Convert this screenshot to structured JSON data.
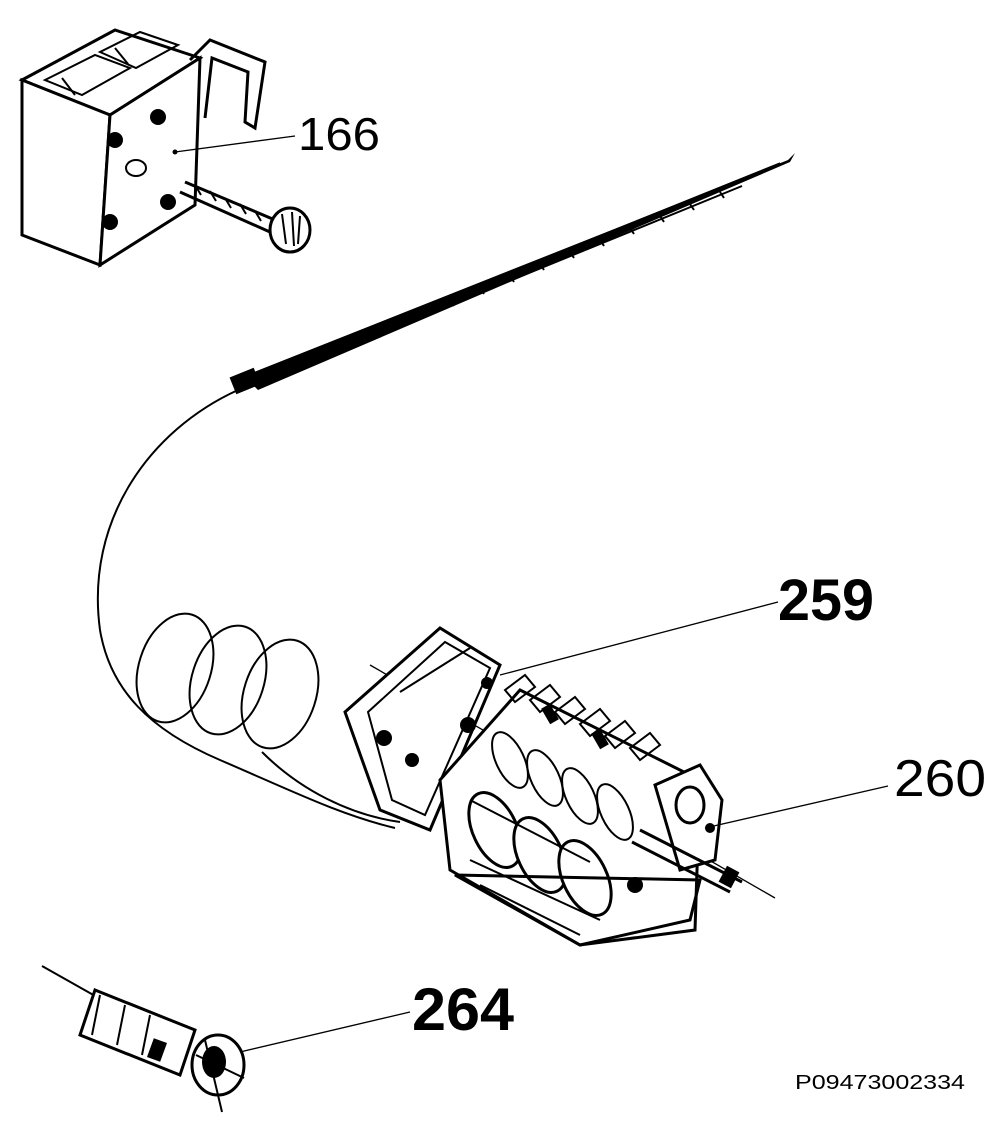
{
  "diagram": {
    "callouts": [
      {
        "id": "166",
        "label": "166"
      },
      {
        "id": "259",
        "label": "259"
      },
      {
        "id": "260",
        "label": "260"
      },
      {
        "id": "264",
        "label": "264"
      }
    ],
    "reference_code": "P09473002334",
    "colors": {
      "ink": "#000000",
      "paper": "#ffffff"
    }
  }
}
